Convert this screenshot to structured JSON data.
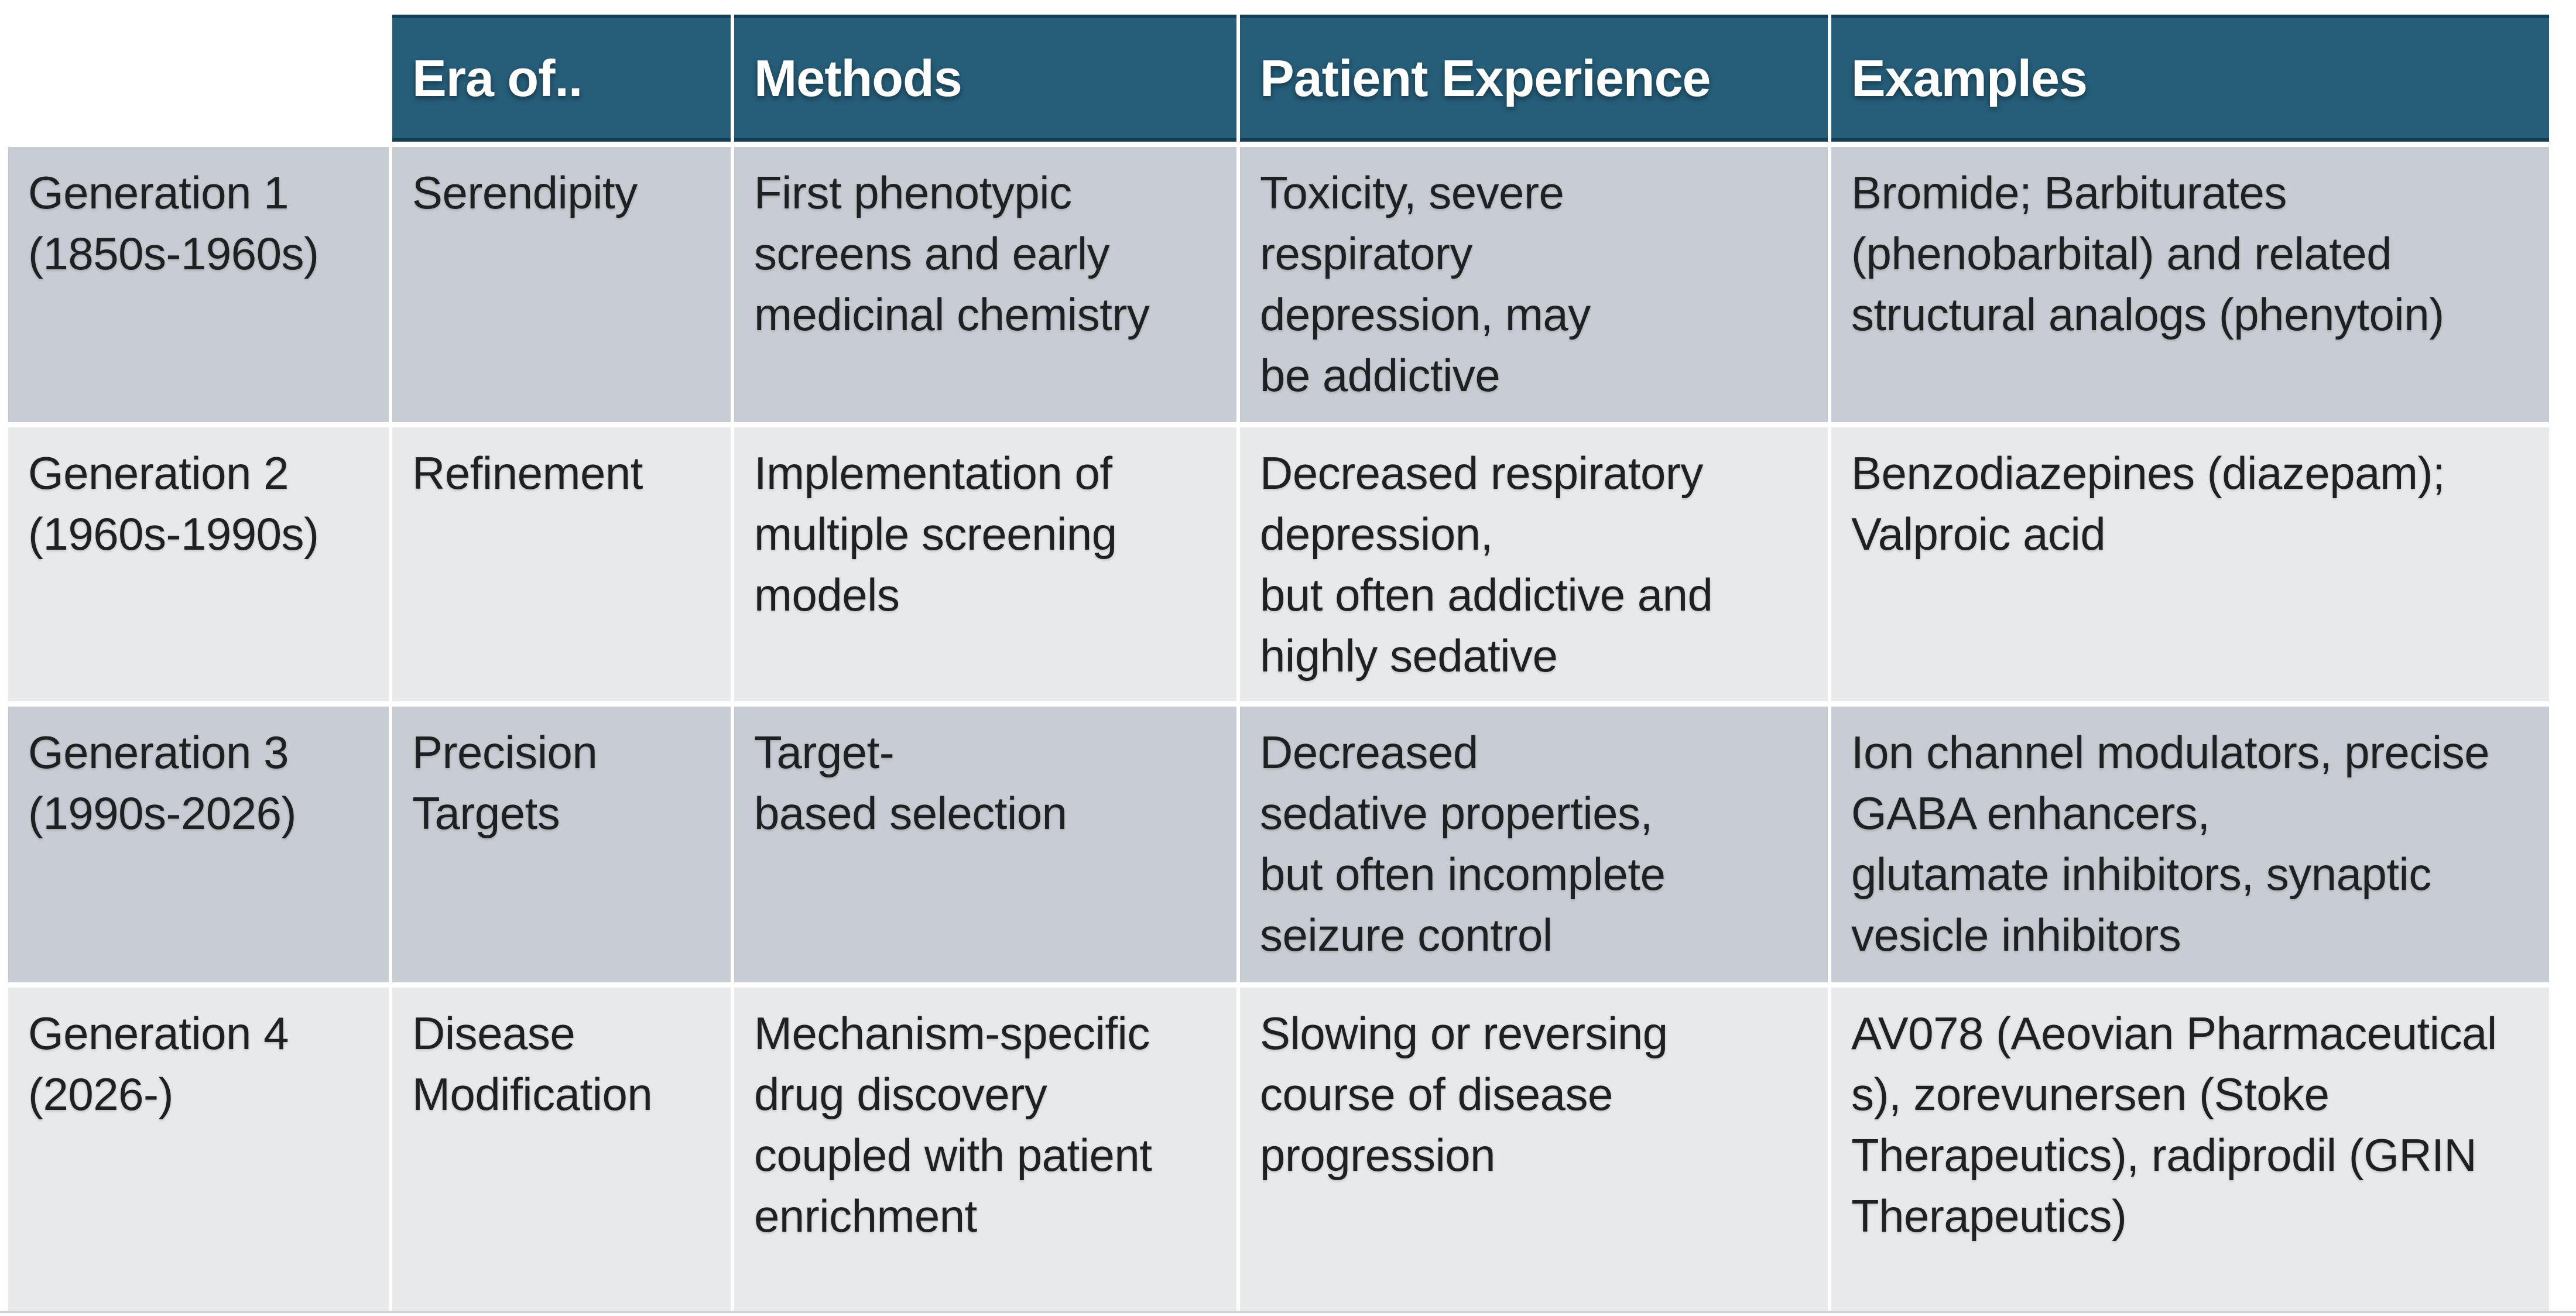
{
  "table": {
    "header": [
      "",
      "Era of..",
      "Methods",
      "Patient Experience",
      "Examples"
    ],
    "rows": [
      [
        "Generation 1\n(1850s-1960s)",
        "Serendipity",
        "First phenotypic\nscreens and early\nmedicinal chemistry",
        "Toxicity, severe\nrespiratory\ndepression, may\nbe addictive",
        "Bromide; Barbiturates\n(phenobarbital) and related\nstructural analogs (phenytoin)"
      ],
      [
        "Generation 2\n(1960s-1990s)",
        "Refinement",
        "Implementation of\nmultiple screening\nmodels",
        "Decreased respiratory\ndepression,\nbut often addictive and\nhighly sedative",
        "Benzodiazepines (diazepam);\nValproic acid"
      ],
      [
        "Generation 3\n(1990s-2026)",
        "Precision\nTargets",
        "Target-\nbased selection",
        "Decreased\nsedative properties,\nbut often incomplete\nseizure control",
        "Ion channel modulators, precise\nGABA enhancers,\nglutamate inhibitors, synaptic\nvesicle inhibitors"
      ],
      [
        "Generation 4\n(2026-)",
        "Disease\nModification",
        "Mechanism-specific\ndrug discovery\ncoupled with patient\nenrichment",
        "Slowing or reversing\ncourse of disease\nprogression",
        "AV078 (Aeovian Pharmaceutical\ns), zorevunersen (Stoke\nTherapeutics), radiprodil (GRIN\nTherapeutics)"
      ]
    ]
  },
  "colors": {
    "header_bg": "#265e7a",
    "header_border": "#143f54",
    "header_text": "#ffffff",
    "row_odd_bg": "#c8cdd3",
    "row_even_bg": "#e7e9eb",
    "body_text": "#1e2124",
    "page_bg": "#ffffff"
  }
}
